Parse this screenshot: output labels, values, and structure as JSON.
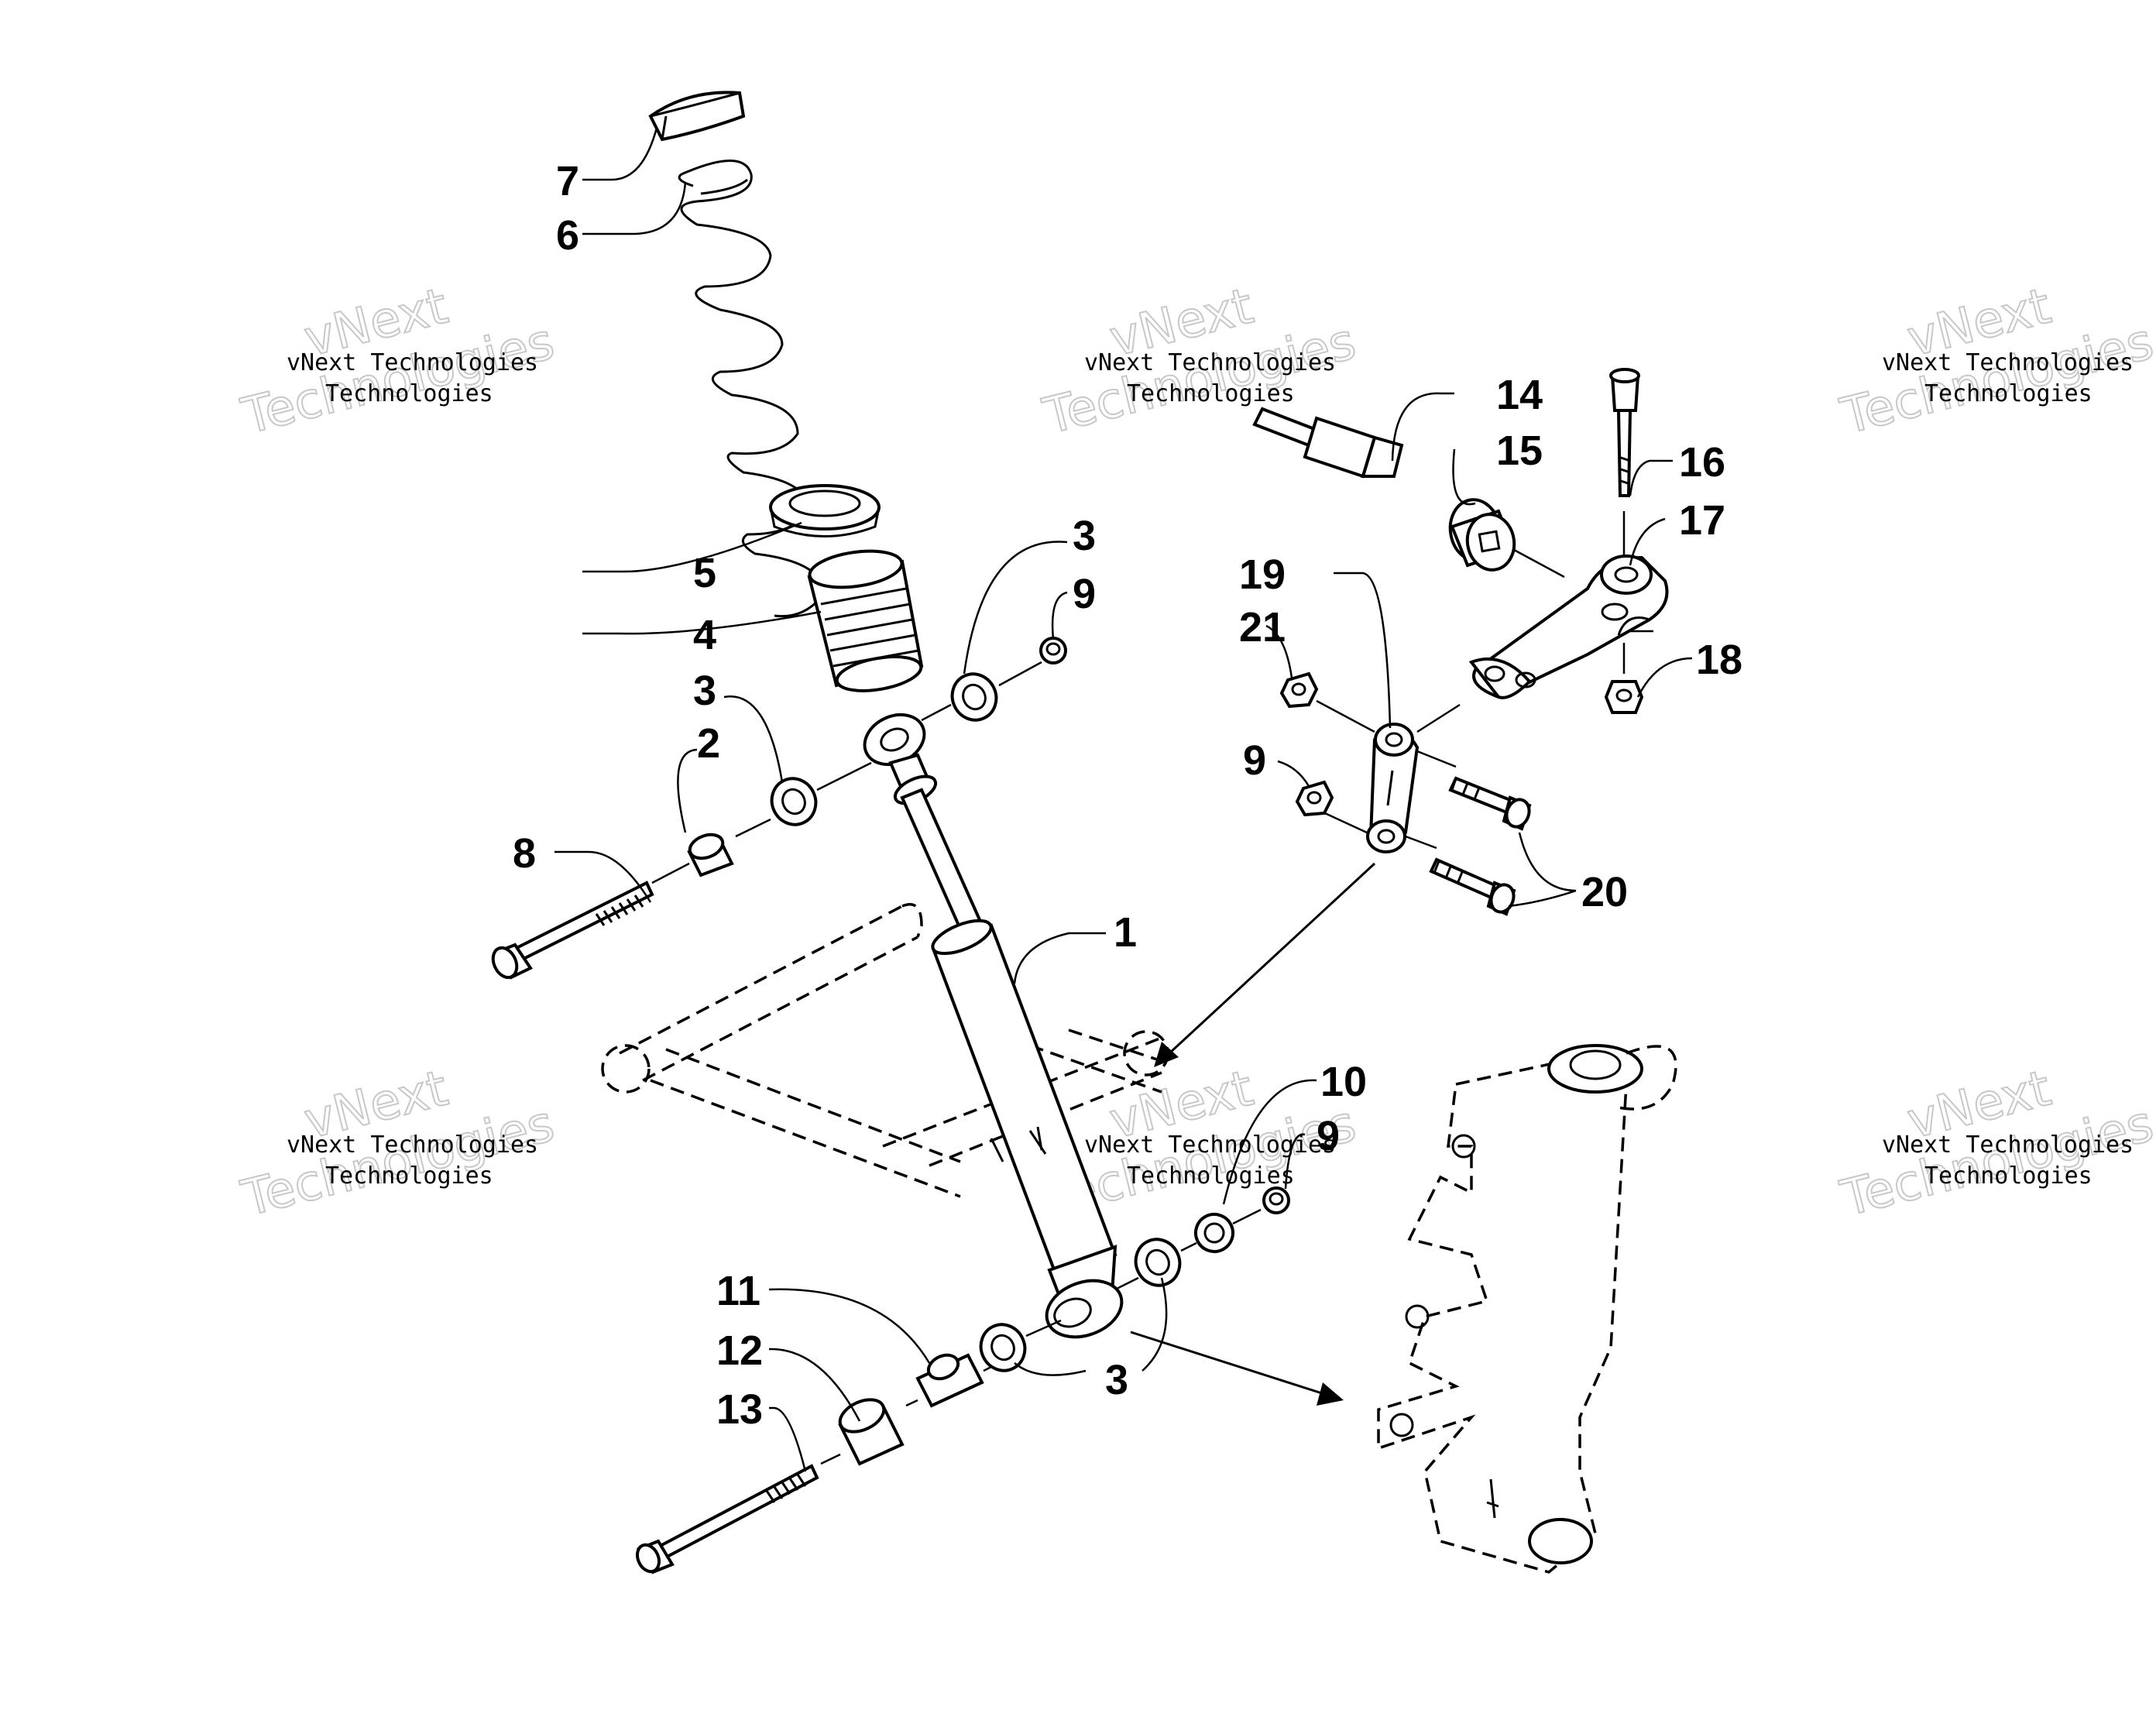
{
  "callouts": {
    "c1": "1",
    "c2": "2",
    "c3a": "3",
    "c3b": "3",
    "c3c": "3",
    "c4": "4",
    "c5": "5",
    "c6": "6",
    "c7": "7",
    "c8": "8",
    "c9a": "9",
    "c9b": "9",
    "c9c": "9",
    "c10": "10",
    "c11": "11",
    "c12": "12",
    "c13": "13",
    "c14": "14",
    "c15": "15",
    "c16": "16",
    "c17": "17",
    "c18": "18",
    "c19": "19",
    "c20": "20",
    "c21": "21"
  },
  "watermark": {
    "line_small": "vNext Technologies",
    "ghost_top": "vNext",
    "ghost_bottom": "Technologies"
  }
}
